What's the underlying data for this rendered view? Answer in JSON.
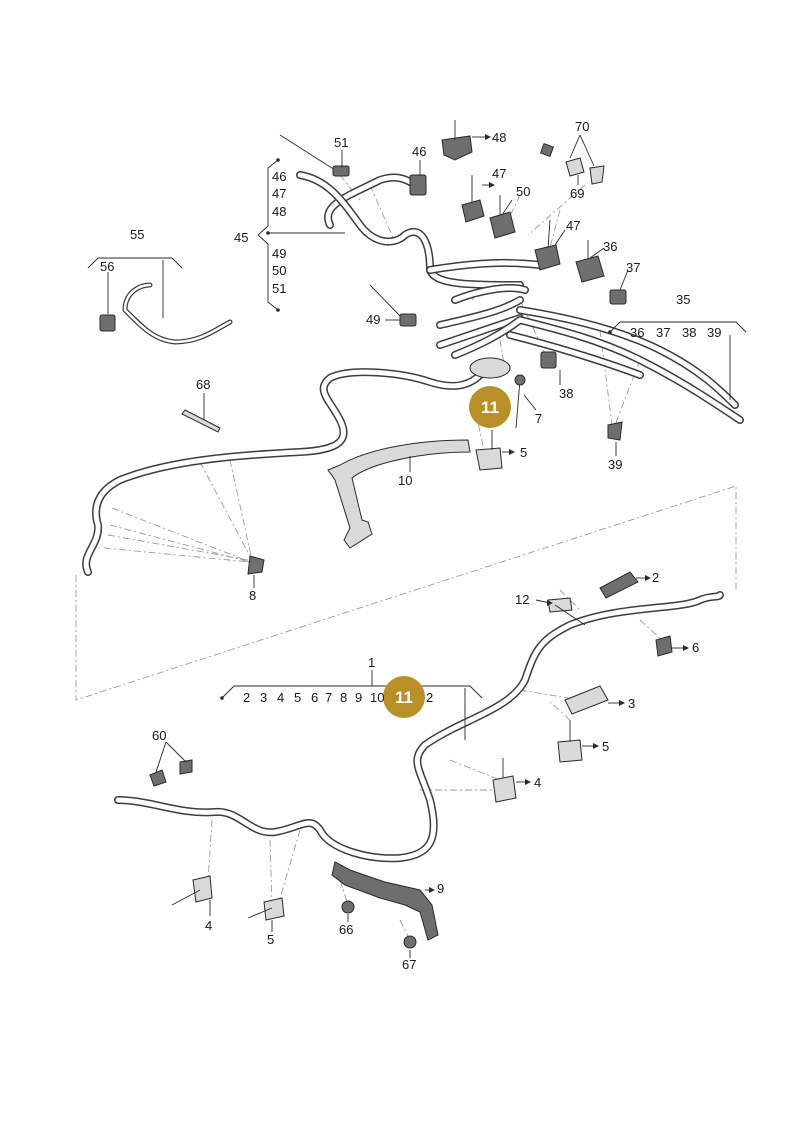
{
  "diagram": {
    "labels": {
      "l51": "51",
      "l46": "46",
      "l48": "48",
      "l70": "70",
      "l47a": "47",
      "l50": "50",
      "l69": "69",
      "l47b": "47",
      "l36": "36",
      "l37": "37",
      "l35": "35",
      "g45_46": "46",
      "g45_47": "47",
      "g45_48": "48",
      "l45": "45",
      "g45_49": "49",
      "g45_50": "50",
      "g45_51": "51",
      "g35_36": "36",
      "g35_37": "37",
      "g35_38": "38",
      "g35_39": "39",
      "l55": "55",
      "l56": "56",
      "l49": "49",
      "l38": "38",
      "l68": "68",
      "l7": "7",
      "l5a": "5",
      "l10": "10",
      "l39": "39",
      "l8": "8",
      "l2": "2",
      "l12": "12",
      "l6": "6",
      "l1": "1",
      "g1_2": "2",
      "g1_3": "3",
      "g1_4": "4",
      "g1_5": "5",
      "g1_6": "6",
      "g1_7": "7",
      "g1_8": "8",
      "g1_9": "9",
      "g1_10": "10",
      "g1_12": "2",
      "l3": "3",
      "l5b": "5",
      "l60": "60",
      "l4a": "4",
      "l9": "9",
      "l4b": "4",
      "l5c": "5",
      "l66": "66",
      "l67": "67"
    },
    "badges": {
      "top": "11",
      "bottom": "11"
    },
    "colors": {
      "badge": "#B8902A",
      "cable_outline": "#3c3c3c",
      "cable_fill": "#ffffff"
    }
  }
}
